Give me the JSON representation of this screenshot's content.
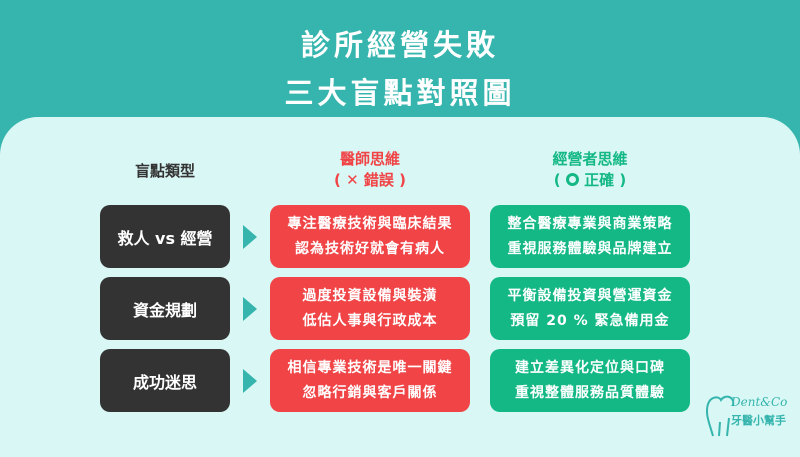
{
  "title": {
    "line1": "診所經營失敗",
    "line2": "三大盲點對照圖"
  },
  "headers": {
    "category": "盲點類型",
    "doctor": "醫師思維",
    "doctor_sub": "錯誤",
    "manager": "經營者思維",
    "manager_sub": "正確"
  },
  "rows": [
    {
      "category": "救人 vs 經營",
      "doctor": [
        "專注醫療技術與臨床結果",
        "認為技術好就會有病人"
      ],
      "manager": [
        "整合醫療專業與商業策略",
        "重視服務體驗與品牌建立"
      ]
    },
    {
      "category": "資金規劃",
      "doctor": [
        "過度投資設備與裝潢",
        "低估人事與行政成本"
      ],
      "manager": [
        "平衡設備投資與營運資金",
        "預留 20 % 緊急備用金"
      ]
    },
    {
      "category": "成功迷思",
      "doctor": [
        "相信專業技術是唯一關鍵",
        "忽略行銷與客戶關係"
      ],
      "manager": [
        "建立差異化定位與口碑",
        "重視整體服務品質體驗"
      ]
    }
  ],
  "logo": {
    "script": "Dent&Co",
    "name": "牙醫小幫手"
  },
  "colors": {
    "teal": "#35b5ad",
    "red": "#f04446",
    "green": "#13b885",
    "dark": "#333333"
  }
}
